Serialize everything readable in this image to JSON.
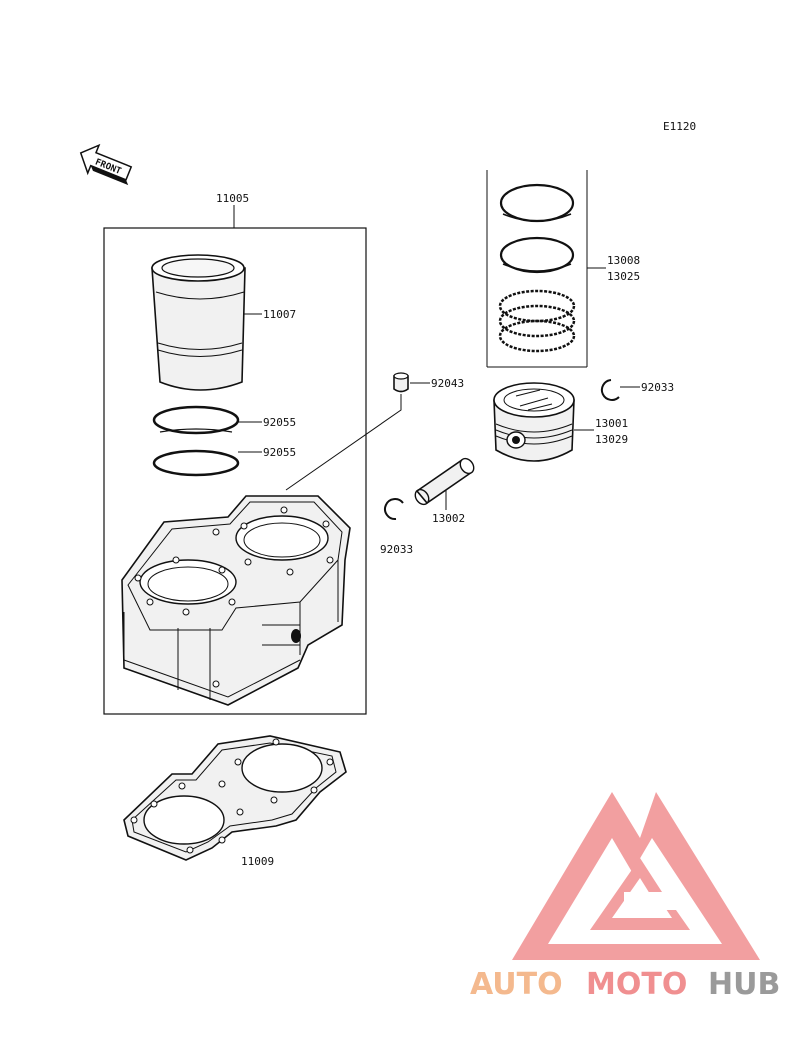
{
  "diagram_code": "E1120",
  "front_marker": "FRONT",
  "parts": {
    "cylinder_assy": "11005",
    "cylinder_liner": "11007",
    "o_ring_upper": "92055",
    "o_ring_lower": "92055",
    "dowel_pin": "92043",
    "ring_set_a": "13008",
    "ring_set_b": "13025",
    "circlip_right": "92033",
    "piston_a": "13001",
    "piston_b": "13029",
    "piston_pin": "13002",
    "circlip_left": "92033",
    "base_gasket": "11009"
  },
  "watermark": {
    "auto": "AUTO",
    "moto": "MOTO",
    "hub": "HUB",
    "colors": {
      "auto": "#f4b98e",
      "moto": "#f08f90",
      "hub": "#9a9a9a",
      "logo": "#f08f90"
    }
  }
}
